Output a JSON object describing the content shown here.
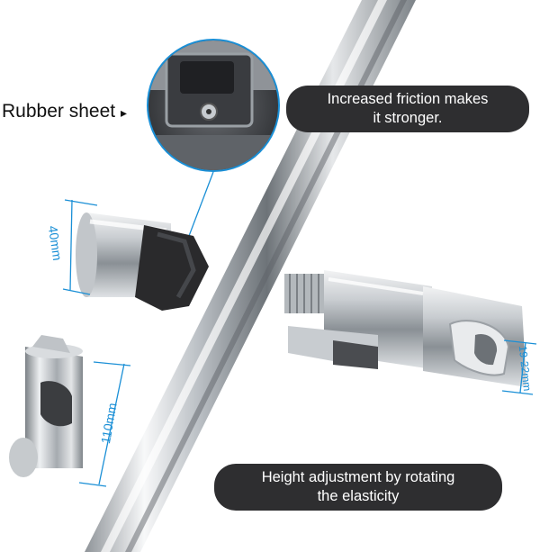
{
  "callouts": {
    "rubber_sheet": "Rubber sheet",
    "arrow_glyph": "▸"
  },
  "banners": {
    "friction_line1": "Increased friction makes",
    "friction_line2": "it stronger.",
    "height_line1": "Height adjustment by rotating",
    "height_line2": "the elasticity"
  },
  "dimensions": {
    "clip_height": "40mm",
    "holder_length": "110mm",
    "pipe_range": "19-22mm"
  },
  "colors": {
    "dimension_blue": "#1a8fd6",
    "banner_bg": "#2e2e30",
    "rubber_black": "#2a2a2c"
  }
}
